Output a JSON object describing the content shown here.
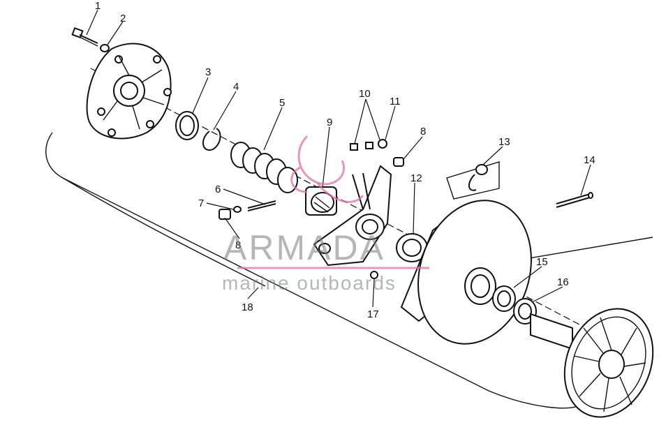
{
  "diagram": {
    "callouts": [
      "1",
      "2",
      "3",
      "4",
      "5",
      "6",
      "7",
      "8",
      "8",
      "9",
      "10",
      "11",
      "12",
      "13",
      "14",
      "15",
      "16",
      "17",
      "18"
    ]
  },
  "watermark": {
    "brand": "ARMADA",
    "tagline": "marine outboards",
    "accent_color": "#e070a8",
    "text_color": "#7a7a7a"
  }
}
